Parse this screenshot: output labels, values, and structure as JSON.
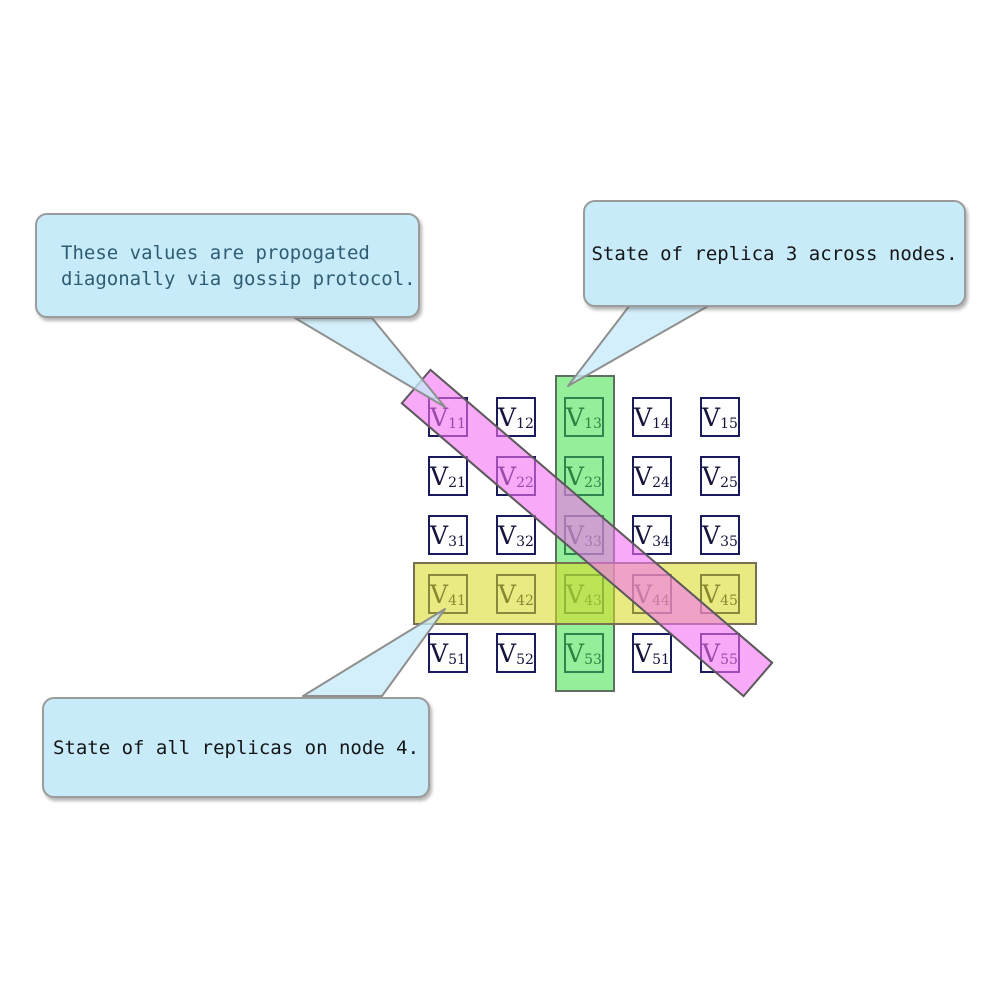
{
  "matrix": {
    "symbol": "V",
    "subscripts": [
      [
        "11",
        "12",
        "13",
        "14",
        "15"
      ],
      [
        "21",
        "22",
        "23",
        "24",
        "25"
      ],
      [
        "31",
        "32",
        "33",
        "34",
        "35"
      ],
      [
        "41",
        "42",
        "43",
        "44",
        "45"
      ],
      [
        "51",
        "52",
        "53",
        "51",
        "55"
      ]
    ]
  },
  "highlights": {
    "column": {
      "meaning": "replica-3-column",
      "fill": "rgba(62,224,70,0.55)",
      "border": "#5f6f5f"
    },
    "row": {
      "meaning": "node-4-row",
      "fill": "rgba(218,218,40,0.58)",
      "border": "#777055"
    },
    "diagonal": {
      "meaning": "gossip-diagonal",
      "fill": "rgba(243,112,243,0.6)",
      "border": "#5a5a5a"
    }
  },
  "callouts": [
    {
      "id": "gossip",
      "lines": [
        "These values are propogated",
        "diagonally via gossip protocol."
      ],
      "text_color": "#2e5d73"
    },
    {
      "id": "replica",
      "lines": [
        "State of replica 3 across nodes."
      ],
      "text_color": "#151515"
    },
    {
      "id": "node4",
      "lines": [
        "State of all replicas on node 4."
      ],
      "text_color": "#151515"
    }
  ],
  "colors": {
    "bubble_fill": "#c8ebfa",
    "bubble_border": "#9b9b9b",
    "cell_border": "#1a1a5e",
    "cell_text": "#14143c",
    "background": "#ffffff"
  }
}
